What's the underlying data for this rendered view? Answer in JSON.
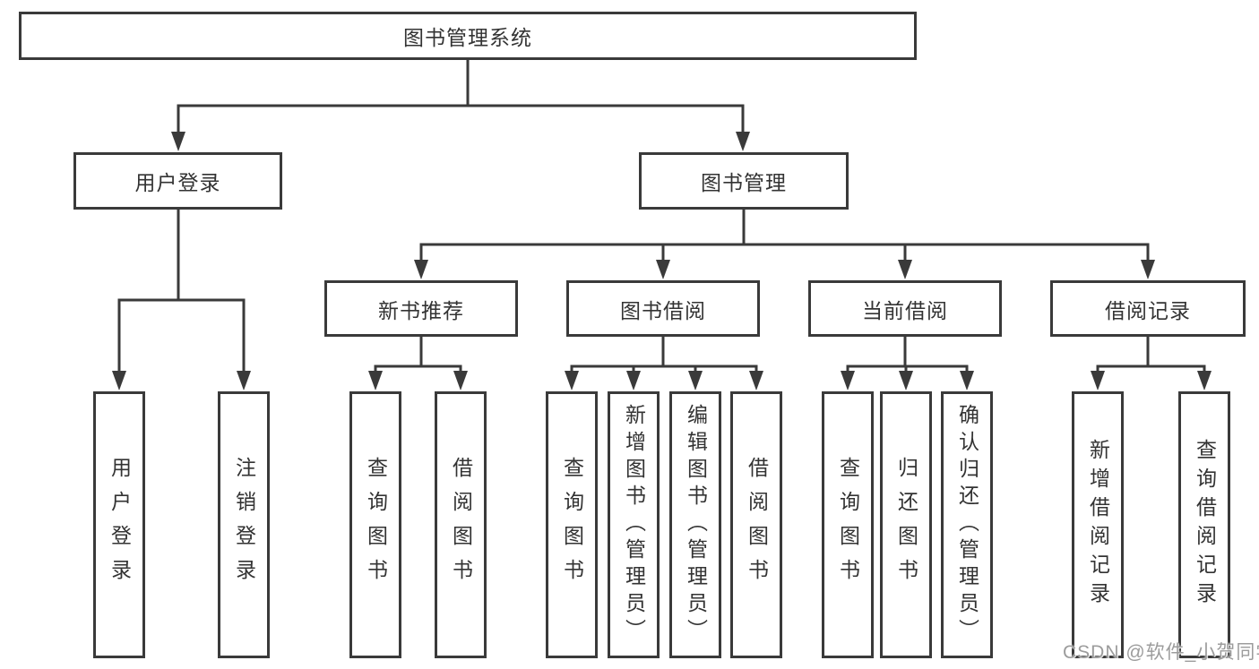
{
  "nodes": {
    "root": "图书管理系统",
    "level2": [
      "用户登录",
      "图书管理"
    ],
    "level3": [
      "新书推荐",
      "图书借阅",
      "当前借阅",
      "借阅记录"
    ],
    "leaves": {
      "userLogin": [
        "用户登录",
        "注销登录"
      ],
      "newBookRec": [
        "查询图书",
        "借阅图书"
      ],
      "bookBorrow": [
        "查询图书",
        "新增图书（管理员）",
        "编辑图书（管理员）",
        "借阅图书"
      ],
      "currentBorrow": [
        "查询图书",
        "归还图书",
        "确认归还（管理员）"
      ],
      "borrowRecords": [
        "新增借阅记录",
        "查询借阅记录"
      ]
    }
  },
  "watermark": "CSDN @软件_小贺同学",
  "colors": {
    "line": "#3a3a3a",
    "text": "#333333",
    "watermark": "#9c9c9c",
    "background": "#ffffff"
  }
}
